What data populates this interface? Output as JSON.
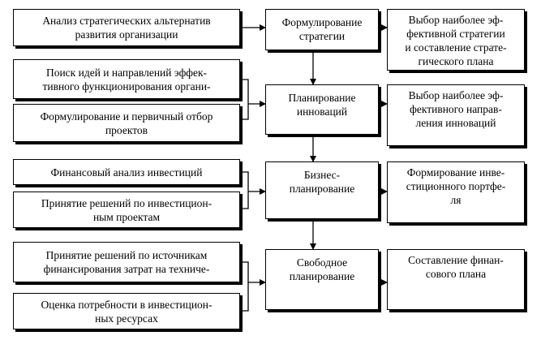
{
  "left_column": [
    {
      "id": "l1",
      "text": "Анализ стратегических альтернатив\nразвития организации"
    },
    {
      "id": "l2",
      "text": "Поиск идей и направлений эффек-\nтивного функционирования органи-"
    },
    {
      "id": "l3",
      "text": "Формулирование и первичный отбор\nпроектов"
    },
    {
      "id": "l4",
      "text": "Финансовый анализ инвестиций"
    },
    {
      "id": "l5",
      "text": "Принятие решений по инвестицион-\nным проектам"
    },
    {
      "id": "l6",
      "text": "Принятие решений по источникам\nфинансирования затрат на техниче-"
    },
    {
      "id": "l7",
      "text": "Оценка потребности в инвестицион-\nных ресурсах"
    }
  ],
  "middle_column": [
    {
      "id": "m1",
      "text": "Формулирование\nстратегии"
    },
    {
      "id": "m2",
      "text": "Планирование\nинноваций"
    },
    {
      "id": "m3",
      "text": "Бизнес-\nпланирование"
    },
    {
      "id": "m4",
      "text": "Свободное\nпланирование"
    }
  ],
  "right_column": [
    {
      "id": "r1",
      "text": "Выбор наиболее эф-\nфективной стратегии\nи составление страте-\nгического плана"
    },
    {
      "id": "r2",
      "text": "Выбор наиболее эф-\nфективного направ-\nления инноваций"
    },
    {
      "id": "r3",
      "text": "Формирование инве-\nстиционного портфе-\nля"
    },
    {
      "id": "r4",
      "text": "Составление финан-\nсового плана"
    }
  ]
}
